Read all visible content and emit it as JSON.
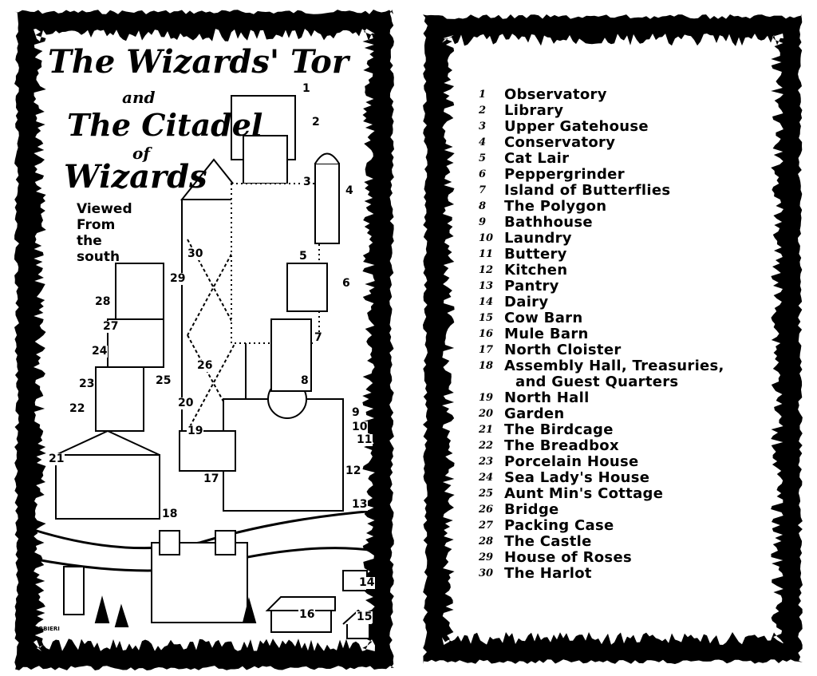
{
  "map": {
    "title_line1": "The Wizards' Tor",
    "title_and": "and",
    "title_line2": "The Citadel",
    "title_of": "of",
    "title_line3": "Wizards",
    "subtitle": [
      "Viewed",
      "From the",
      "south"
    ],
    "signature": "BARBIERI",
    "labels": [
      "1",
      "2",
      "3",
      "4",
      "5",
      "6",
      "7",
      "8",
      "9",
      "10",
      "11",
      "12",
      "13",
      "14",
      "15",
      "16",
      "17",
      "18",
      "19",
      "20",
      "21",
      "22",
      "23",
      "24",
      "25",
      "26",
      "27",
      "28",
      "29",
      "30"
    ]
  },
  "legend": {
    "items": [
      {
        "n": "1",
        "label": "Observatory"
      },
      {
        "n": "2",
        "label": "Library"
      },
      {
        "n": "3",
        "label": "Upper Gatehouse"
      },
      {
        "n": "4",
        "label": "Conservatory"
      },
      {
        "n": "5",
        "label": "Cat Lair"
      },
      {
        "n": "6",
        "label": "Peppergrinder"
      },
      {
        "n": "7",
        "label": "Island of Butterflies"
      },
      {
        "n": "8",
        "label": "The Polygon"
      },
      {
        "n": "9",
        "label": "Bathhouse"
      },
      {
        "n": "10",
        "label": "Laundry"
      },
      {
        "n": "11",
        "label": "Buttery"
      },
      {
        "n": "12",
        "label": "Kitchen"
      },
      {
        "n": "13",
        "label": "Pantry"
      },
      {
        "n": "14",
        "label": "Dairy"
      },
      {
        "n": "15",
        "label": "Cow Barn"
      },
      {
        "n": "16",
        "label": "Mule Barn"
      },
      {
        "n": "17",
        "label": "North Cloister"
      },
      {
        "n": "18",
        "label": "Assembly Hall, Treasuries,",
        "label2": "and Guest Quarters"
      },
      {
        "n": "19",
        "label": "North Hall"
      },
      {
        "n": "20",
        "label": "Garden"
      },
      {
        "n": "21",
        "label": "The Birdcage"
      },
      {
        "n": "22",
        "label": "The Breadbox"
      },
      {
        "n": "23",
        "label": "Porcelain House"
      },
      {
        "n": "24",
        "label": "Sea Lady's House"
      },
      {
        "n": "25",
        "label": "Aunt Min's Cottage"
      },
      {
        "n": "26",
        "label": "Bridge"
      },
      {
        "n": "27",
        "label": "Packing Case"
      },
      {
        "n": "28",
        "label": "The Castle"
      },
      {
        "n": "29",
        "label": "House of Roses"
      },
      {
        "n": "30",
        "label": "The Harlot"
      }
    ]
  }
}
